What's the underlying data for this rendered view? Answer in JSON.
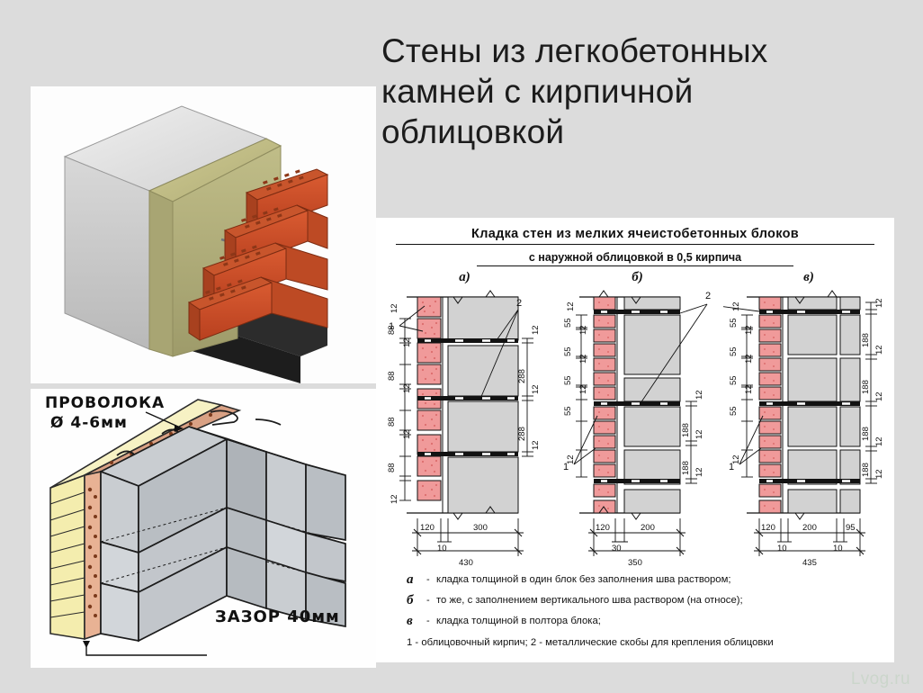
{
  "title": {
    "line1": "Стены из легкобетонных",
    "line2": "камней с кирпичной",
    "line3": "облицовкой"
  },
  "photo": {
    "alt_name": "wall-cross-section-3d-render",
    "layers": [
      "concrete-block-wall",
      "mineral-wool-insulation",
      "brick-facing",
      "metal-tie"
    ],
    "colors": {
      "concrete": "#c9c9c9",
      "insulation": "#b5b37e",
      "brick": "#d4532c",
      "base": "#2a2a2a"
    }
  },
  "iso": {
    "wire_label_line1": "ПРОВОЛОКА",
    "wire_label_line2": "Ø 4-6мм",
    "gap_label": "ЗАЗОР 40мм",
    "colors": {
      "insulation": "#f2eaa0",
      "brick": "#e3a882",
      "block": "#c6c9cc"
    }
  },
  "drawing": {
    "title": "Кладка стен из мелких ячеистобетонных блоков",
    "subtitle": "с наружной облицовкой в 0,5 кирпича",
    "colors": {
      "brick_fill": "#f09a9a",
      "block_fill": "#d2d2d2",
      "mortar": "#121212",
      "line": "#1a1a1a"
    },
    "callouts": {
      "brick": "1",
      "tie": "2"
    },
    "figures": [
      {
        "caption": "а)",
        "left_dims": [
          "12",
          "88",
          "12",
          "88",
          "12",
          "88",
          "12",
          "88",
          "12"
        ],
        "right_dims": [
          "12",
          "288",
          "12",
          "288",
          "12"
        ],
        "bottom_dims": [
          "120",
          "10",
          "300"
        ],
        "total": "430",
        "brick_courses": 9,
        "block_rows": 4
      },
      {
        "caption": "б)",
        "left_dims": [
          "12",
          "55",
          "12",
          "55",
          "12",
          "55",
          "12",
          "55",
          "12"
        ],
        "right_dims": [
          "12",
          "188",
          "12",
          "188",
          "12"
        ],
        "bottom_dims": [
          "120",
          "30",
          "200"
        ],
        "total": "350",
        "brick_courses": 12,
        "block_rows": 4
      },
      {
        "caption": "в)",
        "left_dims": [
          "12",
          "55",
          "12",
          "55",
          "12",
          "55",
          "12",
          "55",
          "12"
        ],
        "right_dims": [
          "12",
          "188",
          "12",
          "188",
          "12",
          "188",
          "12",
          "188",
          "12"
        ],
        "bottom_dims": [
          "120",
          "10",
          "200",
          "10",
          "95"
        ],
        "total": "435",
        "brick_courses": 12,
        "block_rows": 5
      }
    ],
    "legend": [
      {
        "key": "а",
        "dash": "-",
        "text": "кладка толщиной в один блок  без заполнения шва раствором;"
      },
      {
        "key": "б",
        "dash": "-",
        "text": "то же, с заполнением вертикального шва раствором (на относе);"
      },
      {
        "key": "в",
        "dash": "-",
        "text": "кладка толщиной в полтора блока;"
      }
    ],
    "legend_note": "1 - облицовочный кирпич;  2 - металлические скобы для крепления облицовки"
  },
  "watermark": "Lvog.ru"
}
